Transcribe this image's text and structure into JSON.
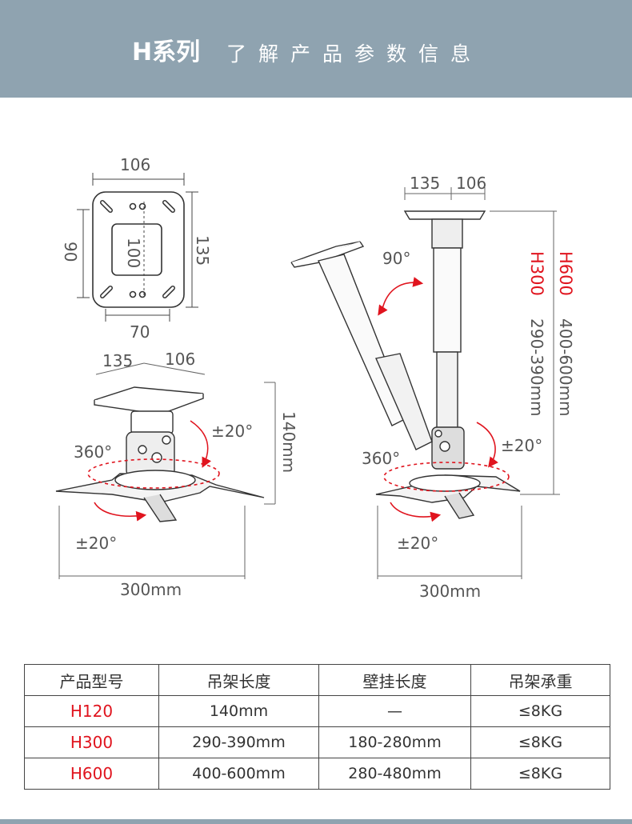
{
  "header": {
    "series": "H系列",
    "subtitle": "了解产品参数信息"
  },
  "plate": {
    "top": "106",
    "left": "90",
    "inner": "100",
    "right": "135",
    "bottom": "70"
  },
  "short_mount": {
    "top_left": "135",
    "top_right": "106",
    "height": "140mm",
    "tilt": "±20°",
    "rotate": "360°",
    "swivel": "±20°",
    "width": "300mm"
  },
  "long_mount": {
    "top_left": "135",
    "top_right": "106",
    "tilt_angle": "90°",
    "model_a": "H300",
    "model_b": "H600",
    "range_a": "290-390mm",
    "range_b": "400-600mm",
    "tilt": "±20°",
    "rotate": "360°",
    "swivel": "±20°",
    "width": "300mm"
  },
  "colors": {
    "accent": "#8fa3b0",
    "red": "#e0141e"
  },
  "table": {
    "headers": [
      "产品型号",
      "吊架长度",
      "壁挂长度",
      "吊架承重"
    ],
    "rows": [
      {
        "model": "H120",
        "hang": "140mm",
        "wall": "—",
        "load": "≤8KG"
      },
      {
        "model": "H300",
        "hang": "290-390mm",
        "wall": "180-280mm",
        "load": "≤8KG"
      },
      {
        "model": "H600",
        "hang": "400-600mm",
        "wall": "280-480mm",
        "load": "≤8KG"
      }
    ]
  }
}
